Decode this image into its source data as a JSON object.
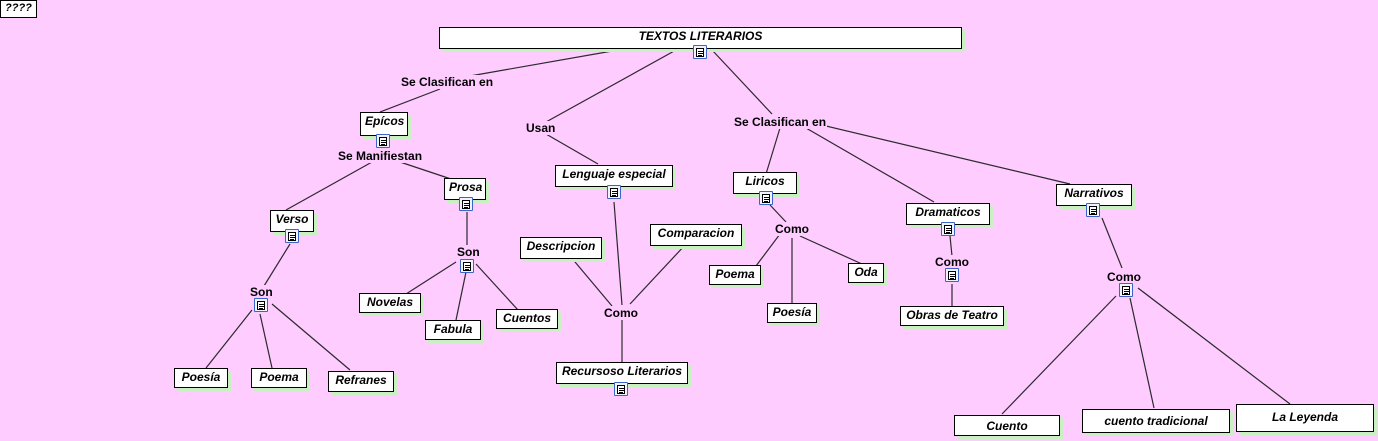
{
  "corner_label": "????",
  "nodes": {
    "root": "TEXTOS LITERARIOS",
    "epicos": "Epícos",
    "lenguaje": "Lenguaje especial",
    "liricos": "Liricos",
    "dramaticos": "Dramaticos",
    "narrativos": "Narrativos",
    "prosa": "Prosa",
    "verso": "Verso",
    "descripcion": "Descripcion",
    "comparacion": "Comparacion",
    "recursos": "Recursoso Literarios",
    "novelas": "Novelas",
    "fabula": "Fabula",
    "cuentos": "Cuentos",
    "poesia_verso": "Poesía",
    "poema_verso": "Poema",
    "refranes": "Refranes",
    "poema_lirico": "Poema",
    "oda": "Oda",
    "poesia_lirico": "Poesía",
    "obras_teatro": "Obras de Teatro",
    "cuento": "Cuento",
    "cuento_tradicional": "cuento tradicional",
    "la_leyenda": "La Leyenda"
  },
  "link_labels": {
    "se_clasifican_left": "Se Clasifican en",
    "usan": "Usan",
    "se_clasifican_right": "Se Clasifican en",
    "se_manifiestan": "Se Manifiestan",
    "son_prosa": "Son",
    "son_verso": "Son",
    "como_lenguaje": "Como",
    "como_liricos": "Como",
    "como_dramaticos": "Como",
    "como_narrativos": "Como"
  },
  "icons": {
    "document": "document-icon"
  }
}
